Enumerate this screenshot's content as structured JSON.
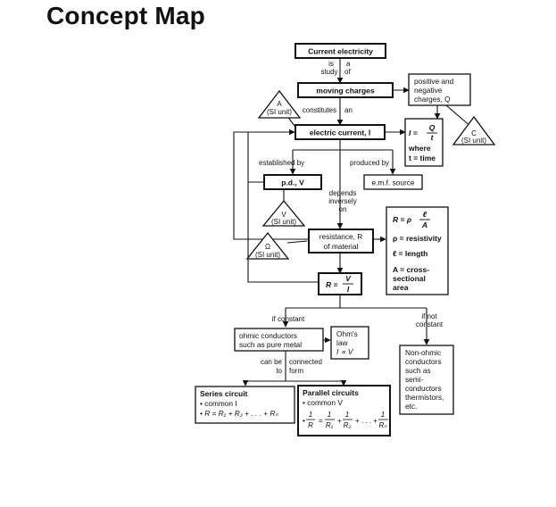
{
  "title": "Concept Map",
  "nodes": {
    "current_electricity": "Current electricity",
    "moving_charges": "moving charges",
    "positive_negative": [
      "positive and",
      "negative",
      "charges, Q"
    ],
    "electric_current": "electric current, I",
    "current_formula": {
      "lhs": "I =",
      "num": "Q",
      "den": "t",
      "where": "where",
      "time": "t = time"
    },
    "pd": "p.d., V",
    "emf_source": "e.m.f. source",
    "resistance": [
      "resistance, R",
      "of material"
    ],
    "r_formula_box": {
      "lhs": "R = ρ",
      "num": "ℓ",
      "den": "A",
      "lines": [
        "ρ = resistivity",
        "ℓ = length",
        "A = cross-",
        "sectional",
        "area"
      ]
    },
    "r_equals": {
      "lhs": "R =",
      "num": "V",
      "den": "I"
    },
    "ohmic": [
      "ohmic conductors",
      "such as pure metal"
    ],
    "ohms_law": [
      "Ohm's",
      "law",
      "I ∝ V"
    ],
    "non_ohmic": [
      "Non-ohmic",
      "conductors",
      "such as",
      "semi-",
      "conductors",
      "thermistors,",
      "etc."
    ],
    "series": {
      "title": "Series circuit",
      "line1": "• common I",
      "line2": "• R = R₁ + R₂ + . . . + Rₙ"
    },
    "parallel": {
      "title": "Parallel circuits",
      "line1": "• common V",
      "f": [
        "1",
        "R",
        "1",
        "R₁",
        "1",
        "R₂",
        "1",
        "Rₙ"
      ],
      "ops": [
        "=",
        "+",
        "+ . . . +"
      ]
    }
  },
  "triangles": {
    "A": [
      "A",
      "(SI unit)"
    ],
    "C": [
      "C",
      "(SI unit)"
    ],
    "V": [
      "V",
      "(SI unit)"
    ],
    "Omega": [
      "Ω",
      "(SI unit)"
    ]
  },
  "links": {
    "is_study_of": [
      "is",
      "a",
      "study",
      "of"
    ],
    "constitutes_an": [
      "constitutes",
      "an"
    ],
    "established_by": "established by",
    "produced_by": "produced by",
    "depends_inversely_on": [
      "depends",
      "inversely",
      "on"
    ],
    "if_constant": "if constant",
    "if_not_constant": [
      "if not",
      "constant"
    ],
    "can_be_connected": [
      "can be",
      "connected",
      "to",
      "form"
    ]
  }
}
